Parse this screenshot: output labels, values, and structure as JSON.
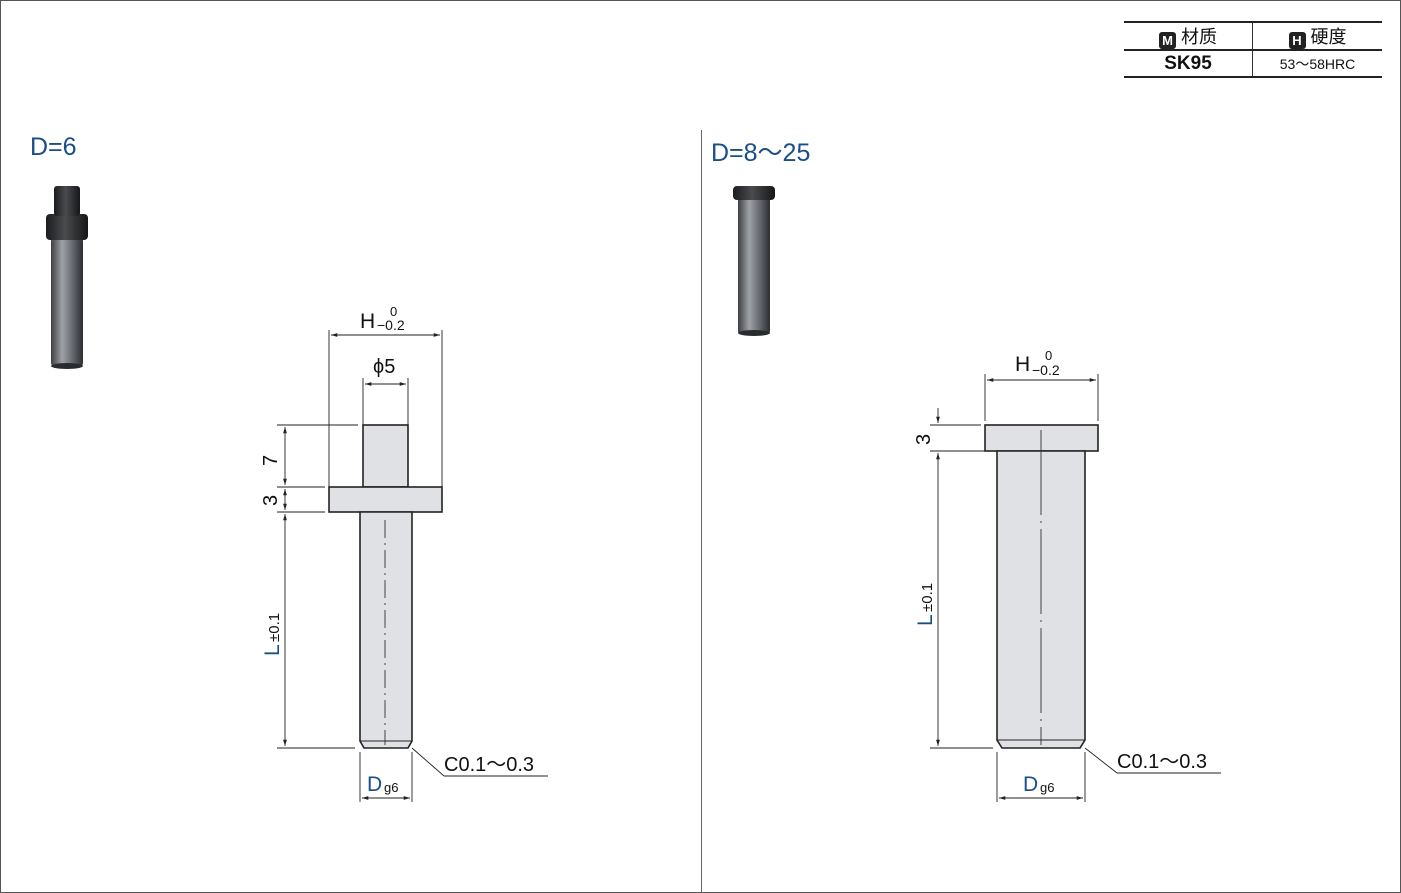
{
  "spec_table": {
    "material": {
      "badge": "M",
      "label": "材质",
      "value": "SK95"
    },
    "hardness": {
      "badge": "H",
      "label": "硬度",
      "value": "53〜58HRC"
    }
  },
  "left": {
    "title": "D=6",
    "dims": {
      "head_width": "H",
      "head_width_tol_upper": "0",
      "head_width_tol_lower": "−0.2",
      "tip_diameter": "ϕ5",
      "tip_length": "7",
      "head_thickness": "3",
      "length": "L",
      "length_tol": "±0.1",
      "diameter": "D",
      "diameter_fit": "g6",
      "chamfer": "C0.1〜0.3"
    }
  },
  "right": {
    "title": "D=8〜25",
    "dims": {
      "head_width": "H",
      "head_width_tol_upper": "0",
      "head_width_tol_lower": "−0.2",
      "head_thickness": "3",
      "length": "L",
      "length_tol": "±0.1",
      "diameter": "D",
      "diameter_fit": "g6",
      "chamfer": "C0.1〜0.3"
    }
  },
  "colors": {
    "accent": "#1a4e86",
    "line": "#222222",
    "part_fill": "#dfe1e4"
  }
}
